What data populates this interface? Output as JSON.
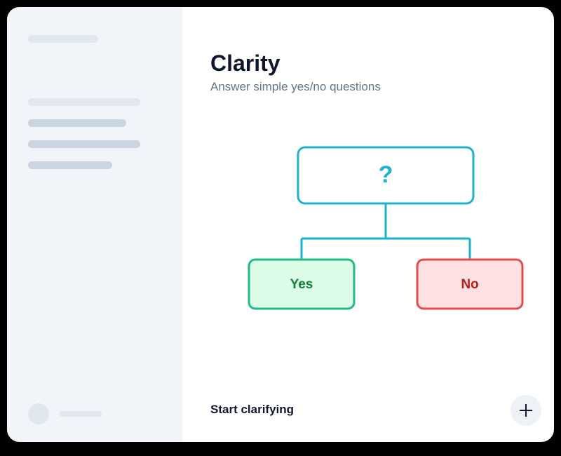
{
  "app": {
    "title": "Clarity",
    "subtitle": "Answer simple yes/no questions"
  },
  "diagram": {
    "question_symbol": "?",
    "yes_label": "Yes",
    "no_label": "No"
  },
  "footer": {
    "action_label": "Start clarifying",
    "add_icon": "plus-icon"
  },
  "colors": {
    "question_stroke": "#1fb2cc",
    "yes_stroke": "#1fb98a",
    "yes_fill": "#dcfce7",
    "yes_text": "#15803d",
    "no_stroke": "#e24b4b",
    "no_fill": "#fee2e2",
    "no_text": "#b91c1c",
    "title_text": "#0f172a",
    "subtitle_text": "#64748b",
    "sidebar_bg": "#f1f5fa"
  }
}
